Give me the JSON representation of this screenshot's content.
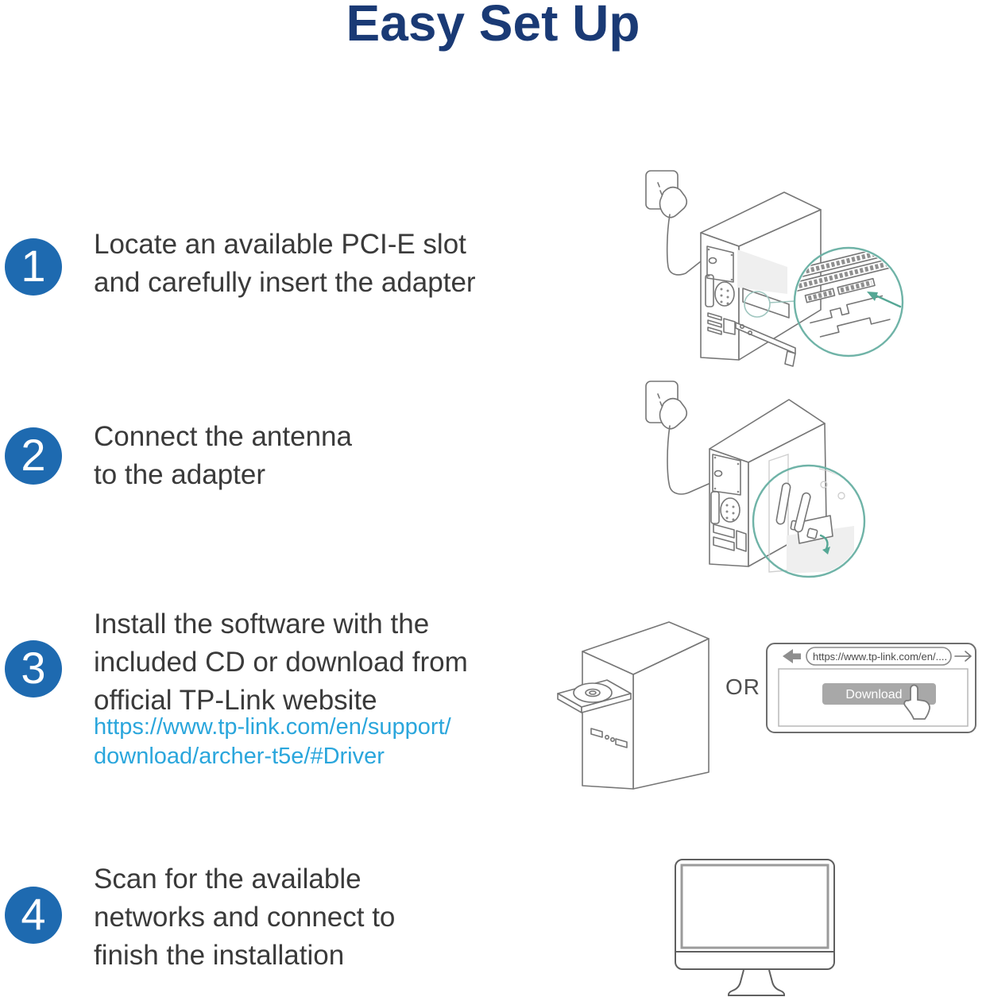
{
  "page": {
    "title": "Easy Set Up"
  },
  "steps": [
    {
      "number": "1",
      "lines": [
        "Locate an available PCI-E slot",
        "and carefully insert the adapter"
      ]
    },
    {
      "number": "2",
      "lines": [
        "Connect the antenna",
        "to the adapter"
      ]
    },
    {
      "number": "3",
      "lines": [
        "Install the software with the",
        "included CD or download from",
        "official TP-Link website"
      ],
      "link_lines": [
        "https://www.tp-link.com/en/support/",
        "download/archer-t5e/#Driver"
      ]
    },
    {
      "number": "4",
      "lines": [
        "Scan for the available",
        "networks and connect to",
        "finish the installation"
      ]
    }
  ],
  "illustrations": {
    "or_label": "OR",
    "browser": {
      "url": "https://www.tp-link.com/en/....",
      "download_label": "Download"
    }
  },
  "colors": {
    "title": "#1a3a75",
    "step_circle": "#1e6ab0",
    "body_text": "#3a3a3a",
    "link": "#2aa6dc",
    "teal_accent": "#6fb3a7",
    "line_art": "#767676",
    "or_text": "#4f4f4f"
  }
}
